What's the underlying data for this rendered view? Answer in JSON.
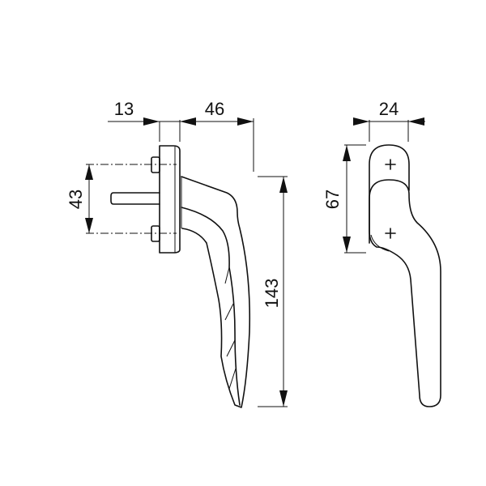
{
  "diagram": {
    "subject": "window-handle",
    "line_color": "#111111",
    "side_view": {
      "dim_rosette_depth": "13",
      "dim_handle_projection": "46",
      "dim_bolt_spacing": "43",
      "dim_handle_length": "143"
    },
    "front_view": {
      "dim_width": "24",
      "dim_rosette_height": "67"
    }
  }
}
